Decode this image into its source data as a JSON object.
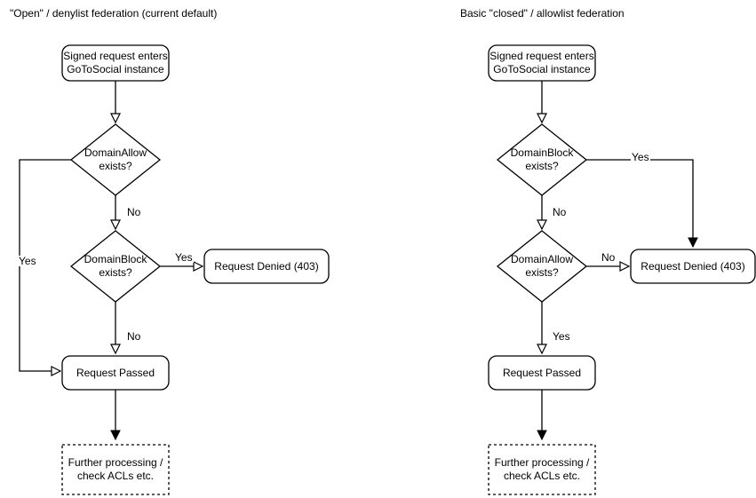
{
  "left": {
    "title": "\"Open\" / denylist federation (current default)",
    "nodes": {
      "start": "Signed request enters\nGoToSocial instance",
      "decision1": "DomainAllow\nexists?",
      "decision2": "DomainBlock\nexists?",
      "denied": "Request Denied (403)",
      "passed": "Request Passed",
      "further": "Further processing /\ncheck ACLs etc."
    },
    "labels": {
      "decision1_no": "No",
      "decision1_yes": "Yes",
      "decision2_yes": "Yes",
      "decision2_no": "No"
    }
  },
  "right": {
    "title": "Basic \"closed\" / allowlist federation",
    "nodes": {
      "start": "Signed request enters\nGoToSocial instance",
      "decision1": "DomainBlock\nexists?",
      "decision2": "DomainAllow\nexists?",
      "denied": "Request Denied (403)",
      "passed": "Request Passed",
      "further": "Further processing /\ncheck ACLs etc."
    },
    "labels": {
      "decision1_no": "No",
      "decision1_yes": "Yes",
      "decision2_no": "No",
      "decision2_yes": "Yes"
    }
  },
  "colors": {
    "line": "#000000",
    "text": "#000000",
    "node_fill": "#ffffff",
    "background": "#ffffff"
  }
}
